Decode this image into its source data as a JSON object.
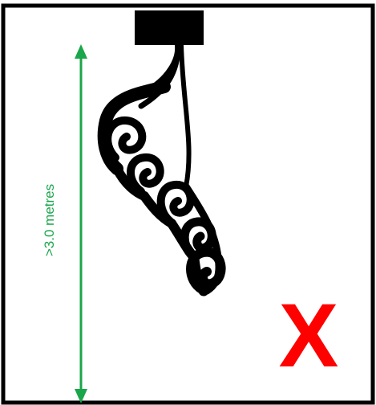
{
  "dimension": {
    "label": ">3.0 metres",
    "color": "#1aa64a"
  },
  "mark": {
    "text": "X",
    "color": "#ff0000"
  },
  "frame": {
    "color": "#000000"
  },
  "fixture": {
    "color": "#000000",
    "style": "swirl-vine-hanging-decoration"
  }
}
